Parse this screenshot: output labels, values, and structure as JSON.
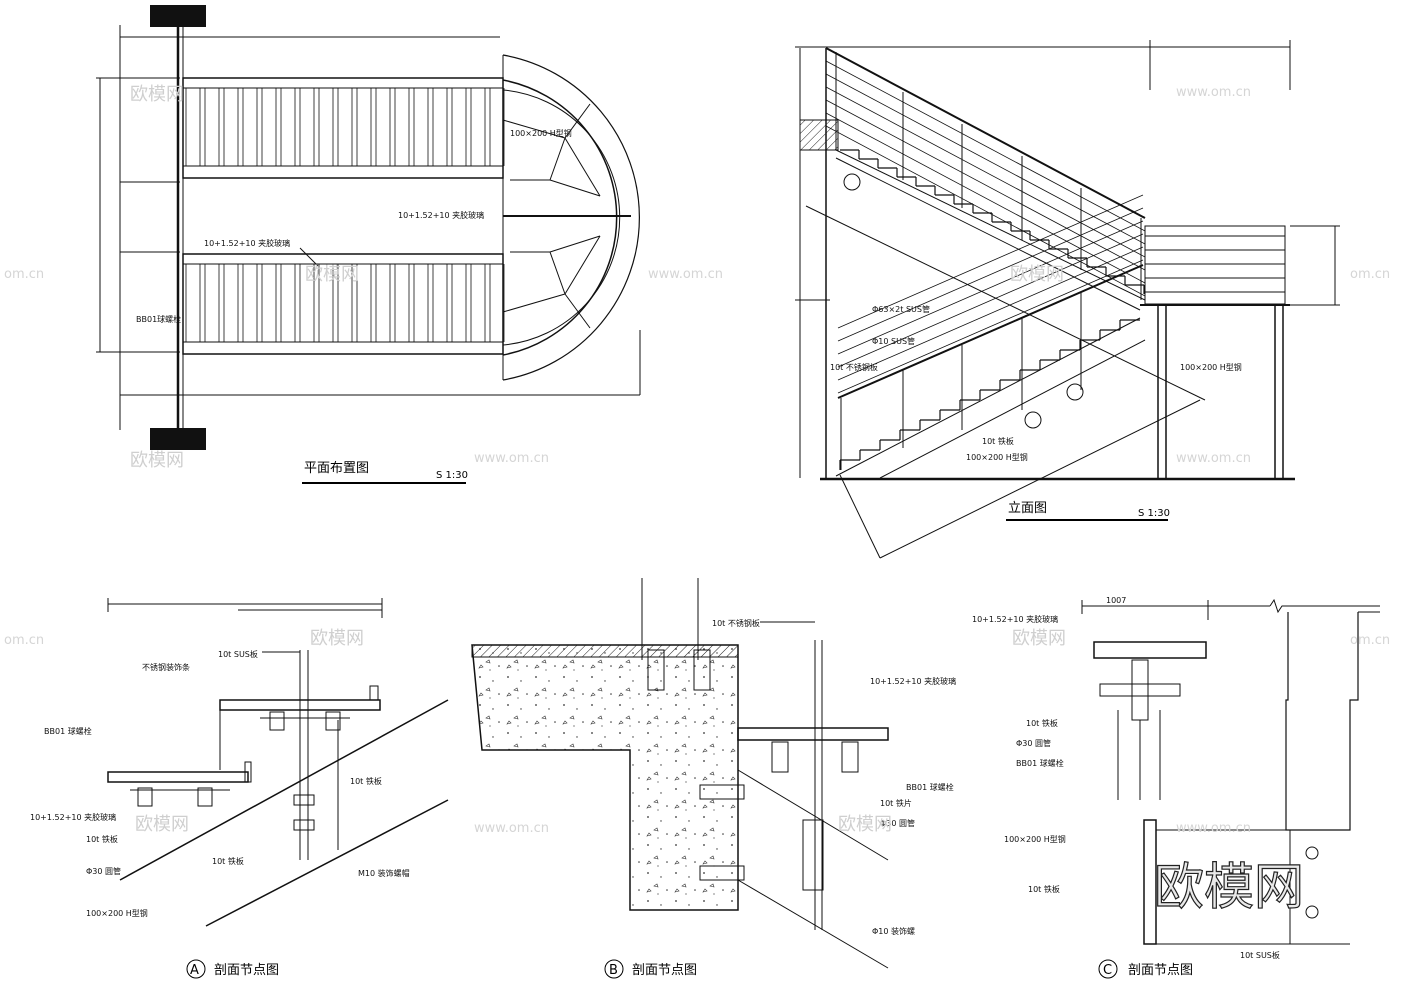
{
  "plan": {
    "title": "平面布置图",
    "scale": "S 1:30",
    "labels": {
      "h_steel": "100×200 H型钢",
      "glass": "10+1.52+10 夹胶玻璃",
      "glass2": "10+1.52+10 夹胶玻璃",
      "bolt": "BB01球螺栓"
    }
  },
  "elevation": {
    "title": "立面图",
    "scale": "S 1:30",
    "labels": {
      "pipe63": "Φ63×2t SUS管",
      "pipe10": "Φ10 SUS管",
      "ss_plate": "10t 不锈钢板",
      "iron_plate": "10t 铁板",
      "h_steel": "100×200 H型钢",
      "h_steel2": "100×200 H型钢"
    }
  },
  "detail_a": {
    "marker": "A",
    "title": "剖面节点图",
    "labels": {
      "sus_plate": "10t SUS板",
      "ss_strip": "不锈钢装饰条",
      "bolt": "BB01 球螺栓",
      "glass": "10+1.52+10 夹胶玻璃",
      "iron1": "10t 铁板",
      "iron2": "10t 铁板",
      "iron3": "10t 铁板",
      "pipe": "Φ30 圆管",
      "nut": "M10 装饰螺帽",
      "h_steel": "100×200 H型钢"
    }
  },
  "detail_b": {
    "marker": "B",
    "title": "剖面节点图",
    "labels": {
      "ss_plate": "10t 不锈钢板",
      "glass": "10+1.52+10 夹胶玻璃",
      "bolt": "BB01 球螺栓",
      "iron_sheet": "10t 铁片",
      "pipe": "Φ30 圆管",
      "nut": "Φ10 装饰螺"
    }
  },
  "detail_c": {
    "marker": "C",
    "title": "剖面节点图",
    "labels": {
      "dim": "1007",
      "glass": "10+1.52+10 夹胶玻璃",
      "iron": "10t 铁板",
      "pipe": "Φ30 圆管",
      "bolt": "BB01 球螺栓",
      "h_steel": "100×200 H型钢",
      "iron2": "10t 铁板",
      "sus": "10t SUS板"
    }
  },
  "watermark": {
    "brand": "欧模网",
    "url": "www.om.cn",
    "url_short": "om.cn"
  }
}
